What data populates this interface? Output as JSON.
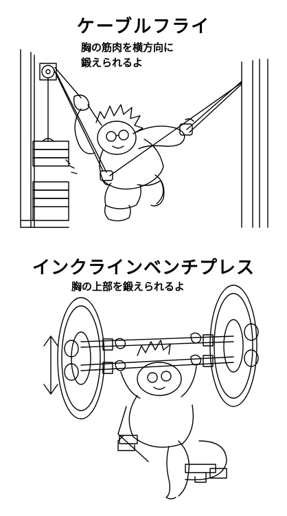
{
  "section1": {
    "title": "ケーブルフライ",
    "caption_line1": "胸の筋肉を横方向に",
    "caption_line2": "鍛えられるよ"
  },
  "section2": {
    "title": "インクラインベンチプレス",
    "caption_line1": "胸の上部を鍛えられるよ"
  },
  "colors": {
    "ink": "#000000",
    "background": "#ffffff"
  }
}
